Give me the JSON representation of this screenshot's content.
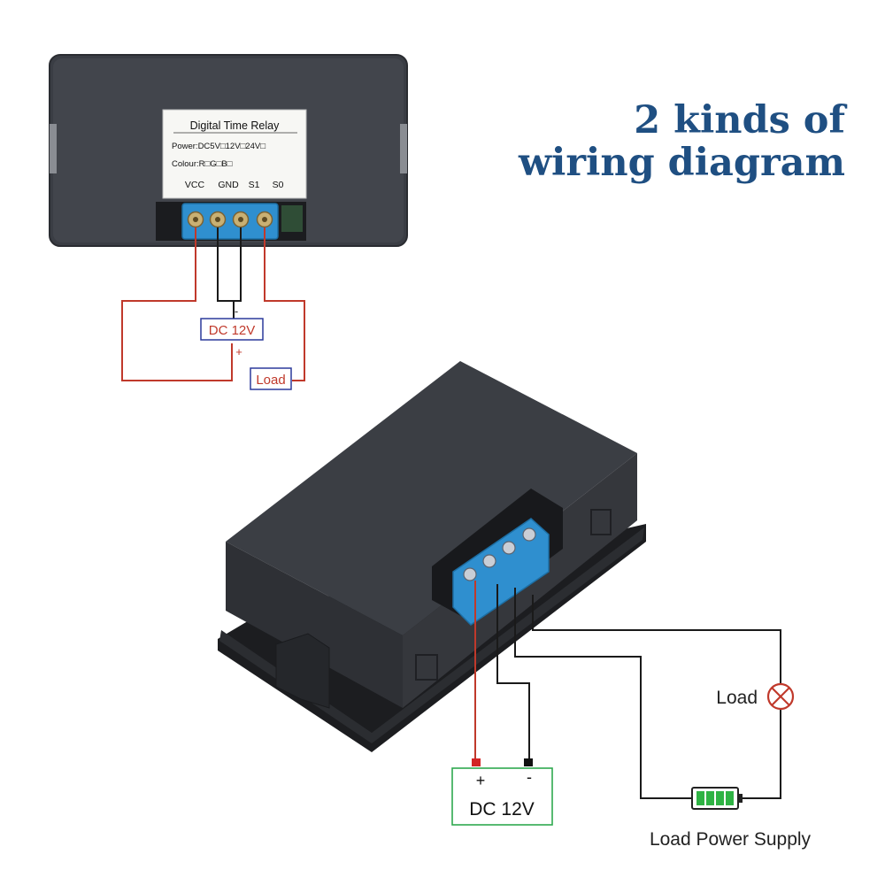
{
  "headline": {
    "line1": "2 kinds of",
    "line2": "wiring diagram"
  },
  "module_label": {
    "title": "Digital Time Relay",
    "power": "Power:DC5V□12V□24V□",
    "colour": "Colour:R□G□B□",
    "terminals": [
      "VCC",
      "GND",
      "S1",
      "S0"
    ]
  },
  "diagram1": {
    "minus": "-",
    "supply": "DC 12V",
    "plus": "+",
    "load": "Load"
  },
  "diagram2": {
    "plus": "+",
    "minus": "-",
    "supply": "DC 12V",
    "load": "Load",
    "load_supply": "Load Power Supply"
  },
  "colors": {
    "headline": "#1f4f82",
    "wire_red": "#c0392b",
    "wire_black": "#1a1a1a",
    "box_blue": "#2b3a9b",
    "terminal_blue": "#2f8fcf",
    "lamp_red": "#c0392b",
    "battery_green": "#2fb344",
    "case": "#3a3d44"
  },
  "icons": [
    "lamp-icon",
    "battery-icon",
    "terminal-screw-icon"
  ]
}
